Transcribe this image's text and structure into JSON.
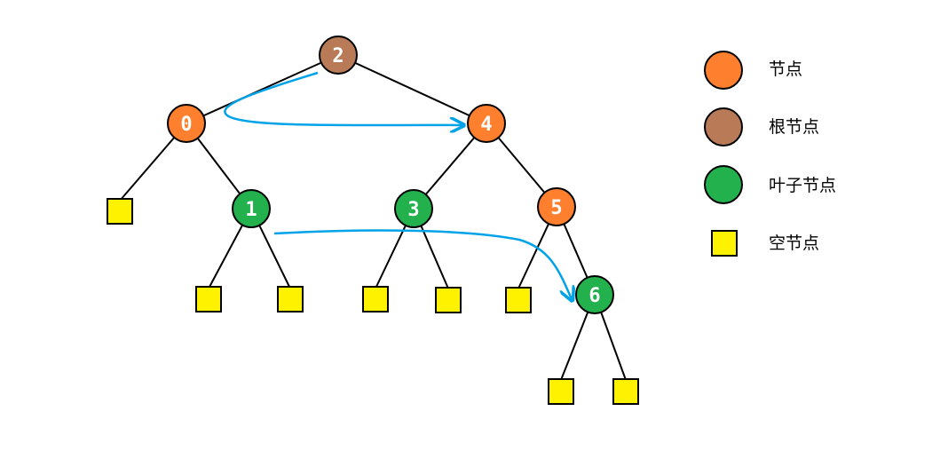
{
  "colors": {
    "node": "#fe7f2d",
    "root": "#b97a57",
    "leaf": "#22b14c",
    "empty": "#fff200",
    "arrow": "#00a2e8",
    "stroke": "#000000"
  },
  "nodes": [
    {
      "id": "2",
      "label": "2",
      "kind": "root"
    },
    {
      "id": "0",
      "label": "0",
      "kind": "node"
    },
    {
      "id": "4",
      "label": "4",
      "kind": "node"
    },
    {
      "id": "1",
      "label": "1",
      "kind": "leaf"
    },
    {
      "id": "3",
      "label": "3",
      "kind": "leaf"
    },
    {
      "id": "5",
      "label": "5",
      "kind": "node"
    },
    {
      "id": "6",
      "label": "6",
      "kind": "leaf"
    }
  ],
  "edges": [
    [
      "2",
      "0"
    ],
    [
      "2",
      "4"
    ],
    [
      "0",
      "e0"
    ],
    [
      "0",
      "1"
    ],
    [
      "4",
      "3"
    ],
    [
      "4",
      "5"
    ],
    [
      "1",
      "e1"
    ],
    [
      "1",
      "e2"
    ],
    [
      "3",
      "e3"
    ],
    [
      "3",
      "e4"
    ],
    [
      "5",
      "e5"
    ],
    [
      "5",
      "6"
    ],
    [
      "6",
      "e6"
    ],
    [
      "6",
      "e7"
    ]
  ],
  "arrows": [
    {
      "from": "2",
      "to": "4"
    },
    {
      "from": "1",
      "to": "6"
    }
  ],
  "legend": [
    {
      "kind": "node",
      "shape": "circle",
      "label": "节点"
    },
    {
      "kind": "root",
      "shape": "circle",
      "label": "根节点"
    },
    {
      "kind": "leaf",
      "shape": "circle",
      "label": "叶子节点"
    },
    {
      "kind": "empty",
      "shape": "square",
      "label": "空节点"
    }
  ]
}
